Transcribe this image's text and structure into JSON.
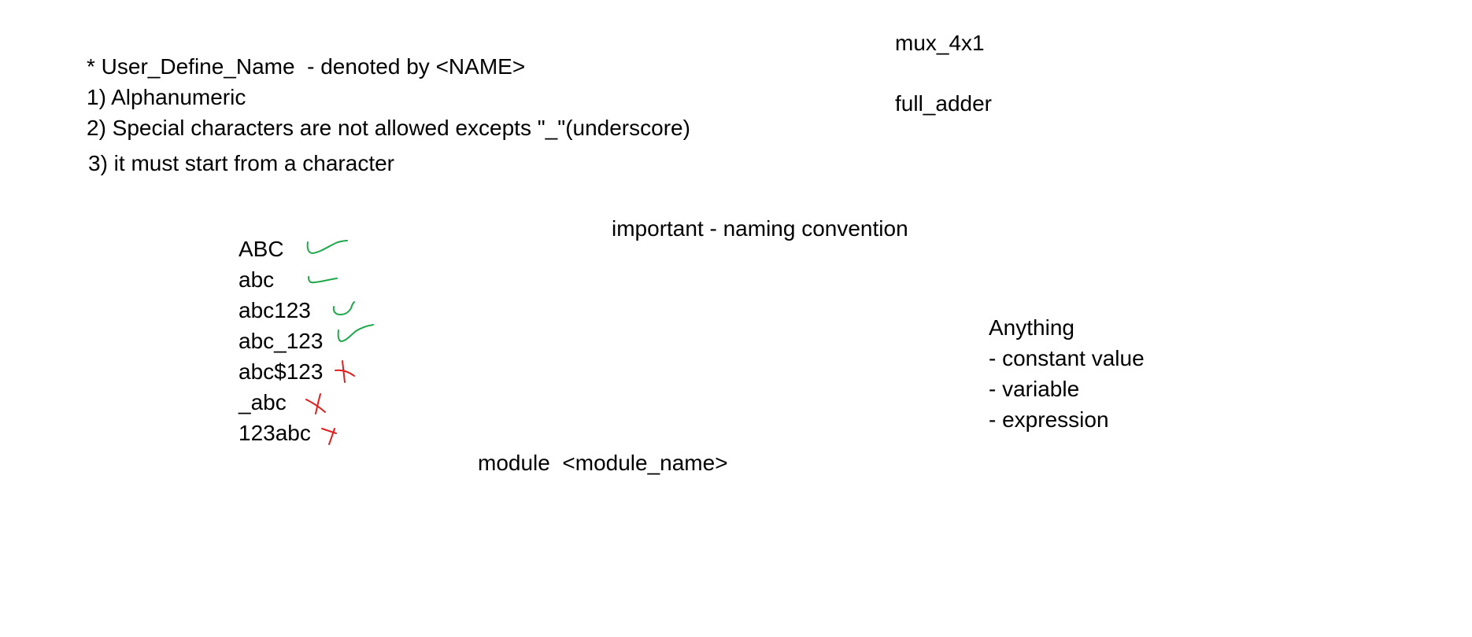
{
  "rules": {
    "heading": "* User_Define_Name  - denoted by <NAME>",
    "items": [
      "1) Alphanumeric",
      "2) Special characters are not allowed excepts \"_\"(underscore)",
      "3) it must start from a character"
    ]
  },
  "examples": {
    "names": [
      "ABC",
      "abc",
      "abc123",
      "abc_123",
      "abc$123",
      "_abc",
      "123abc"
    ],
    "validity": [
      "valid",
      "valid",
      "valid",
      "valid",
      "invalid",
      "invalid",
      "invalid"
    ]
  },
  "note_important": "important - naming convention",
  "module_syntax": "module  <module_name>",
  "module_examples": [
    "mux_4x1",
    "full_adder"
  ],
  "anything": {
    "title": "Anything",
    "items": [
      "- constant value",
      "- variable",
      "- expression"
    ]
  },
  "colors": {
    "valid_mark": "#1ea84a",
    "invalid_mark": "#e0201f"
  }
}
